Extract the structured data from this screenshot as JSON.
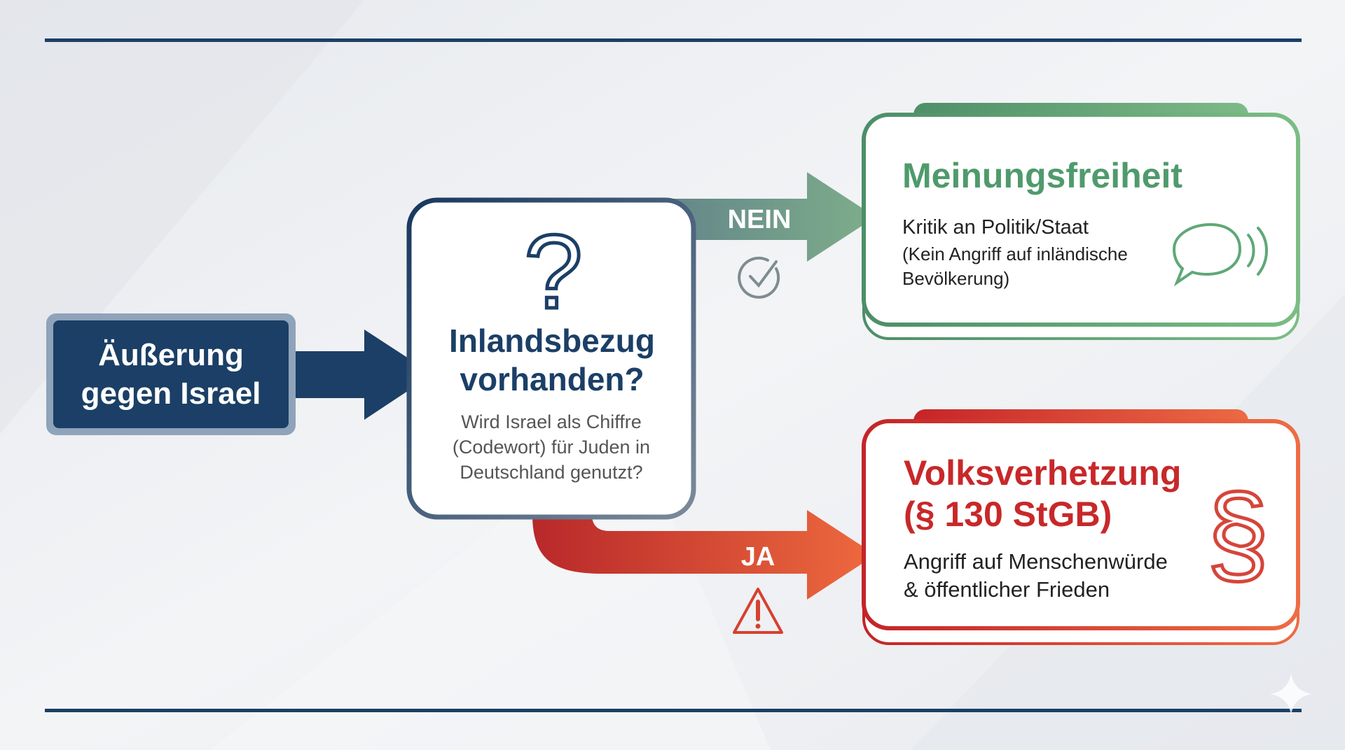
{
  "start": {
    "label_line1": "Äußerung",
    "label_line2": "gegen Israel"
  },
  "question": {
    "icon": "question-mark-icon",
    "title_line1": "Inlandsbezug",
    "title_line2": "vorhanden?",
    "text_line1": "Wird Israel als Chiffre",
    "text_line2": "(Codewort) für Juden in",
    "text_line3": "Deutschland genutzt?"
  },
  "branch_no": {
    "label": "NEIN",
    "icon": "check-circle-icon"
  },
  "branch_yes": {
    "label": "JA",
    "icon": "warning-triangle-icon"
  },
  "outcome_free": {
    "title": "Meinungsfreiheit",
    "text_line1": "Kritik an Politik/Staat",
    "text_line2": "(Kein Angriff auf inländische",
    "text_line3": "Bevölkerung)",
    "icon": "speech-bubble-icon"
  },
  "outcome_crime": {
    "title_line1": "Volksverhetzung",
    "title_line2": "(§ 130 StGB)",
    "text_line1": "Angriff auf Menschenwürde",
    "text_line2": "& öffentlicher Frieden",
    "icon": "paragraph-icon"
  },
  "colors": {
    "navy": "#1b3f66",
    "green": "#4f9a6c",
    "red": "#c8282a",
    "orange": "#e8623a"
  }
}
